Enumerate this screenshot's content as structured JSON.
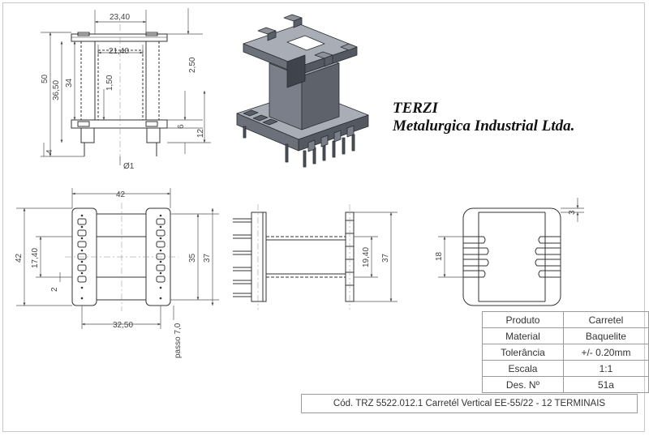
{
  "company": {
    "name": "TERZI",
    "subtitle": "Metalurgica Industrial Ltda."
  },
  "title_block": {
    "rows": [
      {
        "label": "Produto",
        "value": "Carretel"
      },
      {
        "label": "Material",
        "value": "Baquelite"
      },
      {
        "label": "Tolerância",
        "value": "+/- 0.20mm"
      },
      {
        "label": "Escala",
        "value": "1:1"
      },
      {
        "label": "Des. Nº",
        "value": "51a"
      }
    ],
    "code": "Cód. TRZ 5522.012.1 Carretél Vertical  EE-55/22  - 12 TERMINAIS"
  },
  "dimensions": {
    "side_view": {
      "top_width": "23,40",
      "inner_width": "21,40",
      "height_total": "50",
      "height_body": "36,50",
      "height_inner": "34",
      "wall": "1,50",
      "flange_offset": "2,50",
      "flange_thk": "6",
      "base_height": "12",
      "pin_length": "4",
      "pin_diameter": "Ø1"
    },
    "bottom_view": {
      "width": "42",
      "height": "42",
      "slot_span": "17,40",
      "slot_pitch": "2",
      "inner_height": "35",
      "outer_height": "37",
      "pin_span": "32,50",
      "pin_pitch": "passo 7,0"
    },
    "front_view": {
      "window": "19,40",
      "height": "37"
    },
    "end_view": {
      "gap": "3",
      "slot": "18"
    }
  },
  "colors": {
    "line": "#333333",
    "iso_face": "#7a7f89",
    "iso_dark": "#4d525b",
    "iso_light": "#a9adb5"
  }
}
